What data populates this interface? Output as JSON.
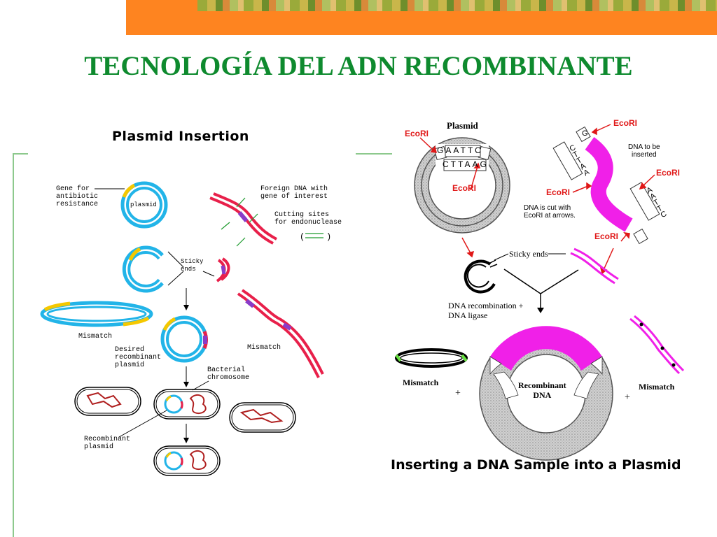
{
  "slide": {
    "title": "TECNOLOGÍA DEL ADN RECOMBINANTE"
  },
  "left_diagram": {
    "heading": "Plasmid Insertion",
    "gene_label": "Gene for\nantibiotic\nresistance",
    "plasmid_label": "plasmid",
    "foreign_dna_label": "Foreign DNA with\ngene of interest",
    "cutting_sites_label": "Cutting sites\nfor endonuclease",
    "sticky_ends_label": "Sticky\nends",
    "mismatch_label_1": "Mismatch",
    "mismatch_label_2": "Mismatch",
    "desired_label": "Desired\nrecombinant\nplasmid",
    "bacterial_label": "Bacterial\nchromosome",
    "recombinant_label": "Recombinant\nplasmid"
  },
  "right_diagram": {
    "plasmid_label": "Plasmid",
    "ecori_labels": [
      "EcoRI",
      "EcoRI",
      "EcoRI",
      "EcoRI",
      "EcoRI",
      "EcoRI"
    ],
    "dna_inserted_label": "DNA to be\ninserted",
    "cut_note": "DNA is cut with\nEcoRI at arrows.",
    "sticky_ends_label": "Sticky ends",
    "recombination_label": "DNA recombination +\nDNA ligase",
    "recombinant_label": "Recombinant\nDNA",
    "mismatch_left": "Mismatch",
    "mismatch_right": "Mismatch",
    "plus_left": "+",
    "plus_right": "+",
    "caption": "Inserting a DNA Sample into a Plasmid",
    "seq_plasmid_top": [
      "G",
      "A",
      "A",
      "T",
      "T",
      "C"
    ],
    "seq_plasmid_bottom": [
      "C",
      "T",
      "T",
      "A",
      "A",
      "G"
    ],
    "seq_insert_left": [
      "C",
      "T",
      "T",
      "A",
      "A"
    ],
    "seq_insert_right": [
      "A",
      "A",
      "T",
      "T",
      "C"
    ],
    "seq_insert_g": "G"
  },
  "colors": {
    "title": "#0e8a2e",
    "banner": "#fe8420",
    "plasmid_blue": "#22b4e8",
    "gene_yellow": "#f5c800",
    "dna_red": "#e8204a",
    "dna_purple": "#8a3cc8",
    "insert_magenta": "#f020e8",
    "ecori_red": "#e01818"
  }
}
